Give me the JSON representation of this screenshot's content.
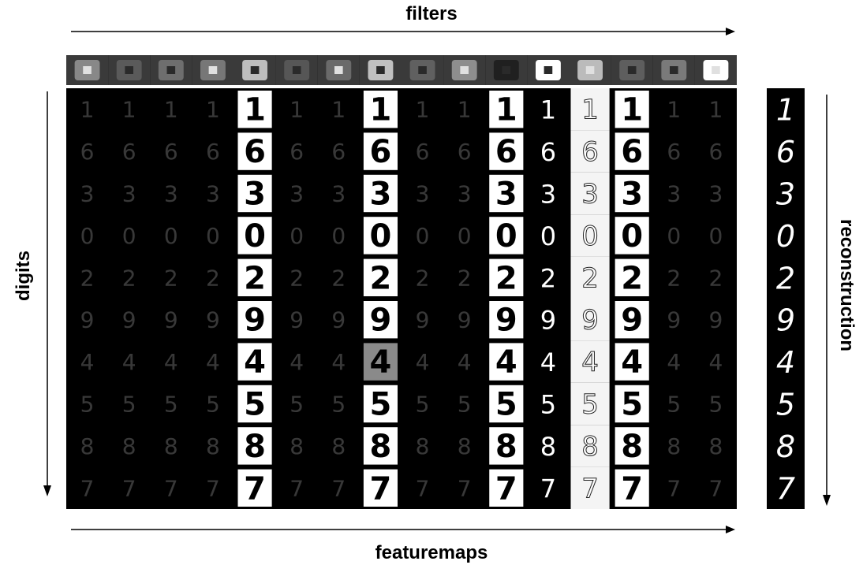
{
  "labels": {
    "filters": "filters",
    "featuremaps": "featuremaps",
    "digits": "digits",
    "reconstruction": "reconstruction"
  },
  "digits": [
    "1",
    "6",
    "3",
    "0",
    "2",
    "9",
    "4",
    "5",
    "8",
    "7"
  ],
  "featuremap_count": 16,
  "filter_tones": [
    "#888888",
    "#5a5a5a",
    "#6e6e6e",
    "#777777",
    "#bdbdbd",
    "#565656",
    "#6a6a6a",
    "#c0c0c0",
    "#606060",
    "#8e8e8e",
    "#202020",
    "#ffffff",
    "#bbbbbb",
    "#5e5e5e",
    "#7a7a7a",
    "#ffffff"
  ],
  "featuremap_styles": [
    "faint",
    "faint",
    "faint",
    "faint",
    "white-bold",
    "faint",
    "faint",
    "white-bold",
    "faint",
    "faint",
    "white-bold",
    "outline-bright",
    "light-panel",
    "white-bold",
    "faint",
    "faint"
  ],
  "colors": {
    "background": "#ffffff",
    "panel": "#000000",
    "light_panel": "#f4f4f4",
    "highlight": "#8a8a8a"
  }
}
